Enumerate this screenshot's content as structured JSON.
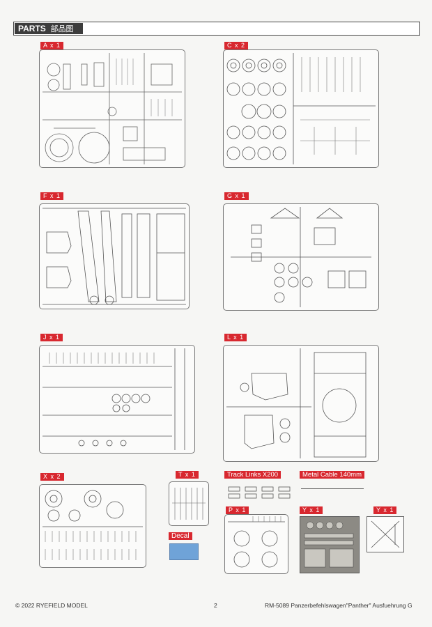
{
  "header": {
    "title": "PARTS",
    "subtitle_cn": "部品图"
  },
  "sprues": {
    "A": "A x 1",
    "C": "C x 2",
    "F": "F x 1",
    "G": "G x 1",
    "J": "J x 1",
    "L": "L x 1",
    "X": "X x 2",
    "T": "T x 1",
    "P": "P x 1",
    "Y1": "Y x 1",
    "Y2": "Y x 1"
  },
  "extras": {
    "track_links": "Track Links X200",
    "metal_cable": "Metal Cable 140mm",
    "decal": "Decal"
  },
  "footer": {
    "copyright": "© 2022 RYEFIELD MODEL",
    "page": "2",
    "model": "RM-5089 Panzerbefehlswagen\"Panther\" Ausfuehrung G"
  }
}
